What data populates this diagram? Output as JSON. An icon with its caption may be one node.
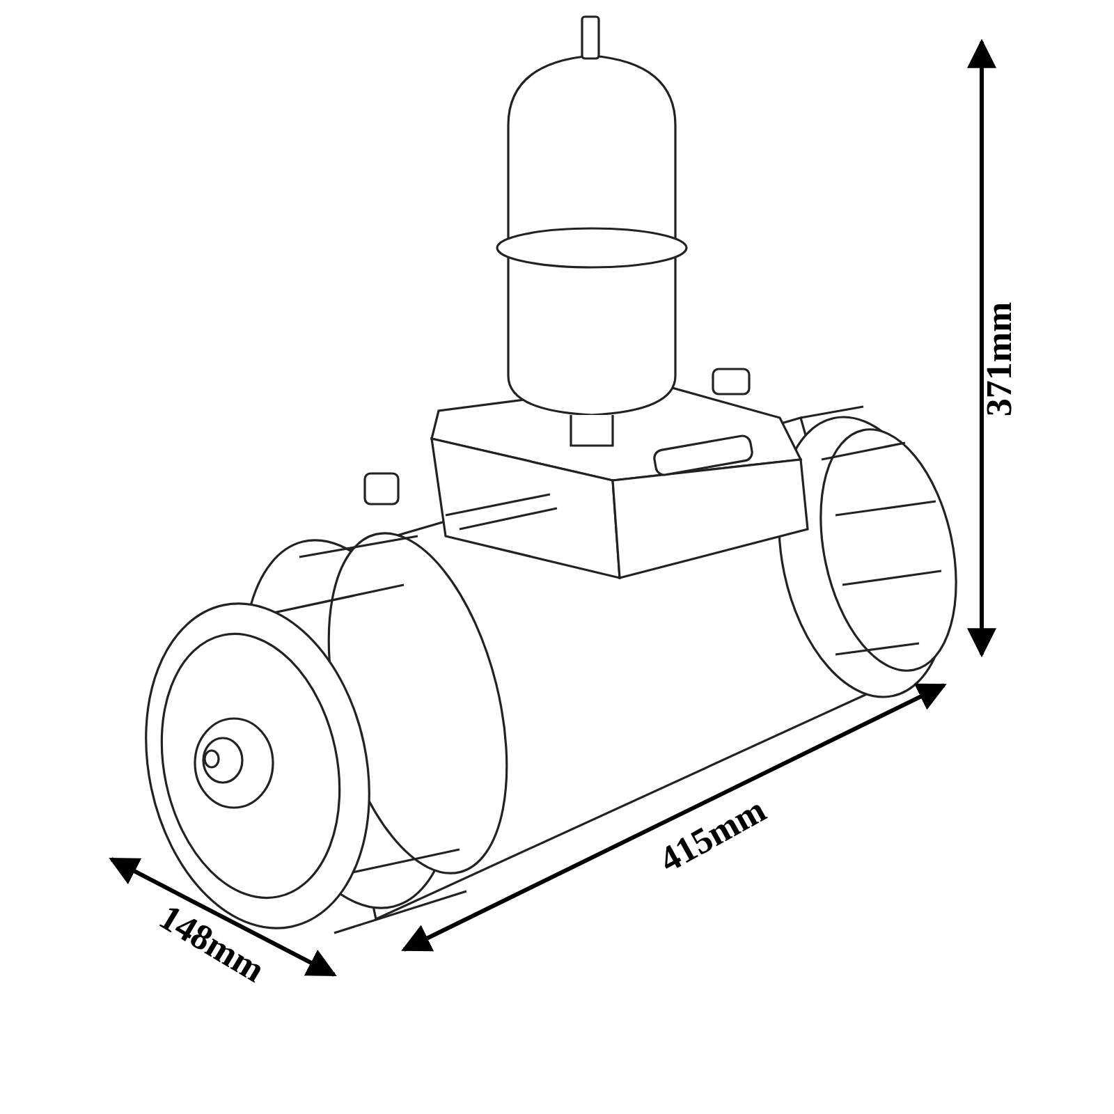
{
  "diagram": {
    "labels": [
      "371mm",
      "415mm",
      "148mm"
    ]
  }
}
